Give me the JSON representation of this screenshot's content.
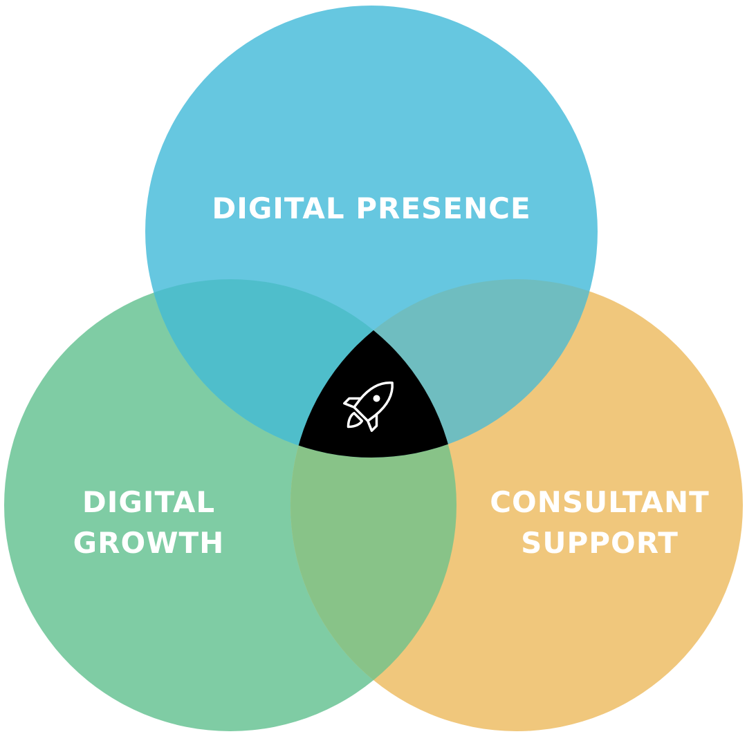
{
  "diagram": {
    "circles": [
      {
        "id": "presence",
        "label_lines": [
          "DIGITAL PRESENCE"
        ],
        "color": "#66C7E0"
      },
      {
        "id": "growth",
        "label_lines": [
          "DIGITAL",
          "GROWTH"
        ],
        "color": "#7FCCA4"
      },
      {
        "id": "consultant",
        "label_lines": [
          "CONSULTANT",
          "SUPPORT"
        ],
        "color": "#F0C77C"
      }
    ],
    "overlap_colors": {
      "presence_growth": "#4FBECB",
      "presence_consultant": "#6FBDC0",
      "growth_consultant": "#88C388",
      "center": "#000000"
    },
    "center_icon": "rocket-icon",
    "label_color": "#FFFFFF"
  }
}
